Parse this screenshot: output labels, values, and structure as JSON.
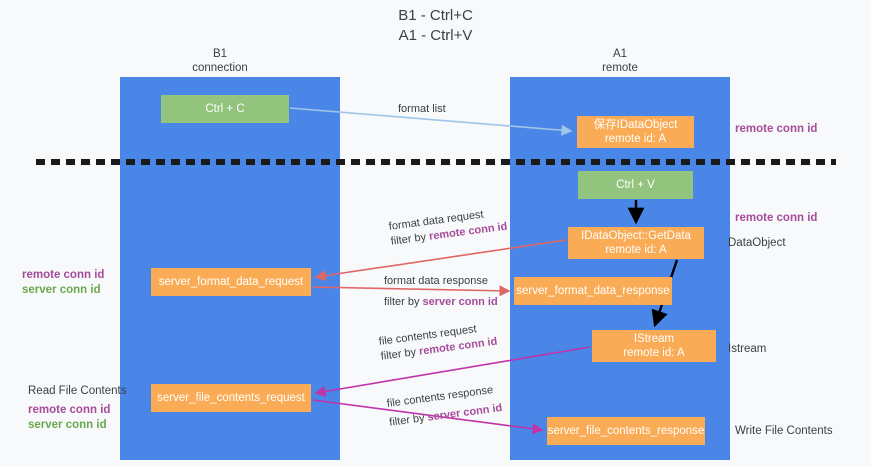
{
  "title": {
    "line1": "B1 - Ctrl+C",
    "line2": "A1 - Ctrl+V"
  },
  "columns": {
    "left": {
      "name": "B1",
      "role": "connection"
    },
    "right": {
      "name": "A1",
      "role": "remote"
    }
  },
  "colors": {
    "lane": "#4a86e8",
    "node_green": "#93c47d",
    "node_orange": "#f9ab55",
    "accent_purple": "#a64d9a",
    "accent_green": "#6aa84f",
    "arrow_blue": "#9fc5e8",
    "arrow_red": "#e06666",
    "arrow_magenta": "#c034a8",
    "arrow_black": "#000000",
    "background": "#f8f9fa",
    "divider": "#1a1a1a"
  },
  "nodes": {
    "ctrl_c": {
      "l1": "Ctrl + C",
      "l2": ""
    },
    "save_idataobject": {
      "l1": "保存IDataObject",
      "l2": "remote id: A"
    },
    "ctrl_v": {
      "l1": "Ctrl + V",
      "l2": ""
    },
    "getdata": {
      "l1": "IDataObject::GetData",
      "l2": "remote id: A"
    },
    "server_format_data_request": {
      "l1": "server_format_data_request",
      "l2": ""
    },
    "server_format_data_response": {
      "l1": "server_format_data_response",
      "l2": ""
    },
    "istream": {
      "l1": "IStream",
      "l2": "remote id: A"
    },
    "server_file_contents_request": {
      "l1": "server_file_contents_request",
      "l2": ""
    },
    "server_file_contents_response": {
      "l1": "server_file_contents_response",
      "l2": ""
    }
  },
  "edges": {
    "format_list": {
      "text": "format list"
    },
    "format_data_request": {
      "line1": "format data request",
      "line2_prefix": "filter by ",
      "line2_key": "remote conn id"
    },
    "format_data_response": {
      "line1": "format data response",
      "line2_prefix": "filter by ",
      "line2_key": "server conn id"
    },
    "file_contents_request": {
      "line1": "file contents request",
      "line2_prefix": "filter by ",
      "line2_key": "remote conn id"
    },
    "file_contents_response": {
      "line1": "file contents response",
      "line2_prefix": "filter by ",
      "line2_key": "server conn id"
    }
  },
  "annotations": {
    "right_remote_conn_id_top": "remote conn id",
    "right_remote_conn_id_mid": "remote conn id",
    "right_dataobject": "DataObject",
    "right_istream": "Istream",
    "right_write_file_contents": "Write File Contents",
    "left_mid_remote": "remote conn id",
    "left_mid_server": "server conn id",
    "left_bot_title": "Read File Contents",
    "left_bot_remote": "remote conn id",
    "left_bot_server": "server conn id"
  }
}
